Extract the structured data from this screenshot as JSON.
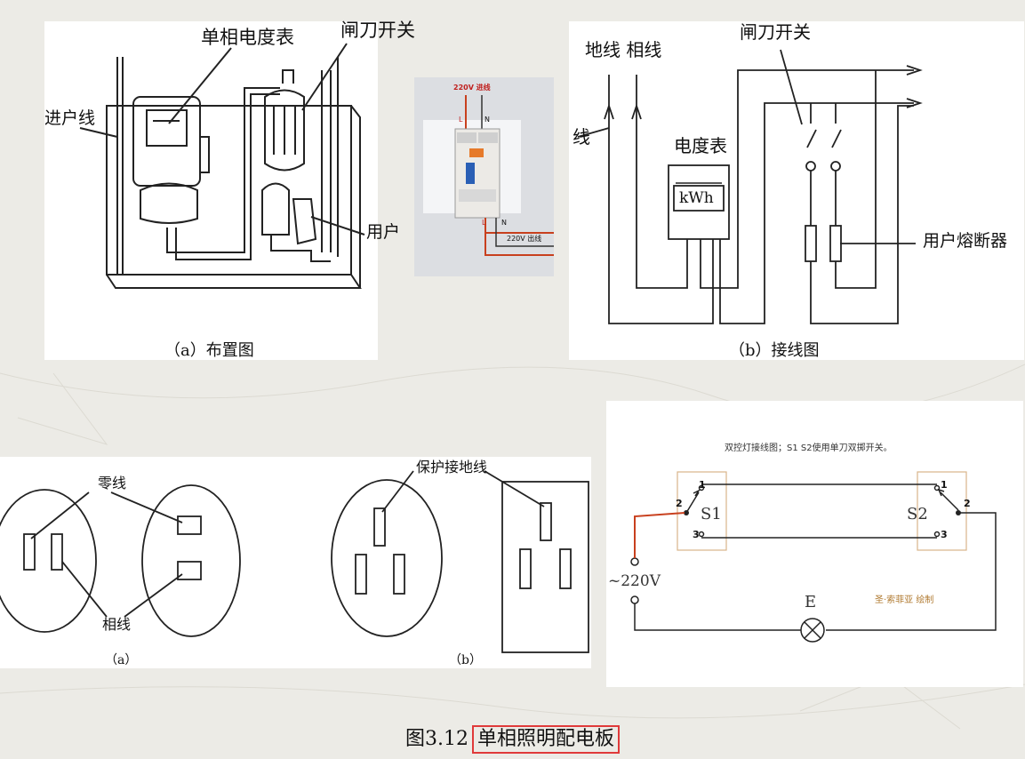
{
  "figure_a": {
    "label_meter": "单相电度表",
    "label_knife": "闸刀开关",
    "label_inlet": "进户线",
    "label_user": "用户",
    "caption": "（a）布置图"
  },
  "breaker_photo": {
    "label_in": "220V  进线",
    "label_out": "220V  出线",
    "l_top": "L",
    "n_top": "N",
    "l_bottom": "L",
    "n_bottom": "N"
  },
  "figure_b": {
    "label_ground_phase": "地线 相线",
    "label_line": "线",
    "label_knife": "闸刀开关",
    "label_meter": "电度表",
    "label_kwh": "kWh",
    "label_fuse": "用户熔断器",
    "caption": "（b）接线图"
  },
  "socket_a": {
    "label_neutral": "零线",
    "label_phase": "相线",
    "caption": "（a）"
  },
  "socket_b": {
    "label_ground": "保护接地线",
    "caption": "（b）"
  },
  "switch_diagram": {
    "title": "双控灯接线图；S1 S2使用单刀双掷开关。",
    "s1": "S1",
    "s2": "S2",
    "t1_left": "1",
    "t2_left": "2",
    "t3_left": "3",
    "t1_right": "1",
    "t2_right": "2",
    "t3_right": "3",
    "source": "~220V",
    "lamp": "E",
    "author": "圣·索菲亚  绘制"
  },
  "caption": {
    "number": "图3.12",
    "title": "单相照明配电板"
  },
  "colors": {
    "background": "#ecebe6",
    "red_wire": "#c8401e",
    "caption_box": "#e03a3a"
  }
}
